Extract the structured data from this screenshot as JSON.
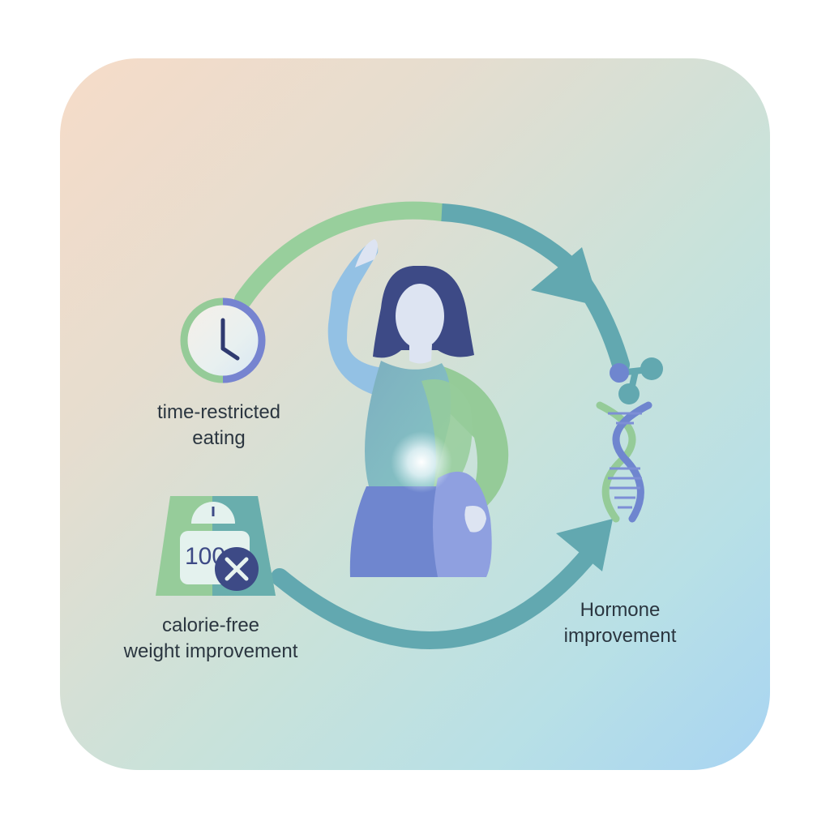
{
  "labels": {
    "time_line1": "time-restricted",
    "time_line2": "eating",
    "calorie_line1": "calorie-free",
    "calorie_line2": "weight improvement",
    "hormone_line1": "Hormone",
    "hormone_line2": "improvement"
  },
  "scale_reading": "100",
  "icons": [
    "clock-icon",
    "scale-icon",
    "close-icon",
    "woman-figure",
    "dna-icon",
    "molecule-icon",
    "cycle-arrow"
  ],
  "colors": {
    "green": "#96cc9a",
    "teal": "#62a8b0",
    "blue_violet": "#6f86cf",
    "navy": "#3d4a86",
    "sky": "#8fb8e0"
  }
}
